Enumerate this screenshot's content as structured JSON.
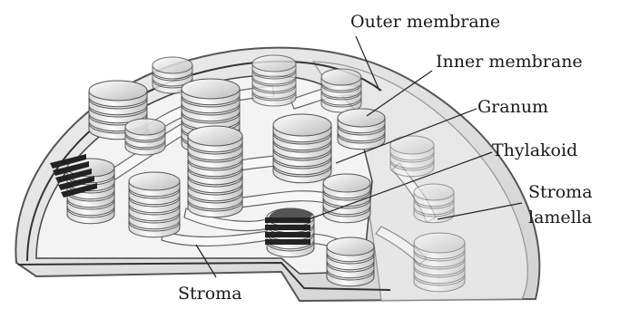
{
  "diagram": {
    "labels": {
      "outer_membrane": "Outer membrane",
      "inner_membrane": "Inner membrane",
      "granum": "Granum",
      "thylakoid": "Thylakoid",
      "stroma_lamella_line1": "Stroma",
      "stroma_lamella_line2": "lamella",
      "stroma": "Stroma"
    }
  },
  "colors": {
    "outer_shell": "#e4e4e4",
    "interior": "#efefef",
    "disc_light": "#f2f2f2",
    "disc_top": "#cfcfcf",
    "cut_section": "#222222"
  }
}
